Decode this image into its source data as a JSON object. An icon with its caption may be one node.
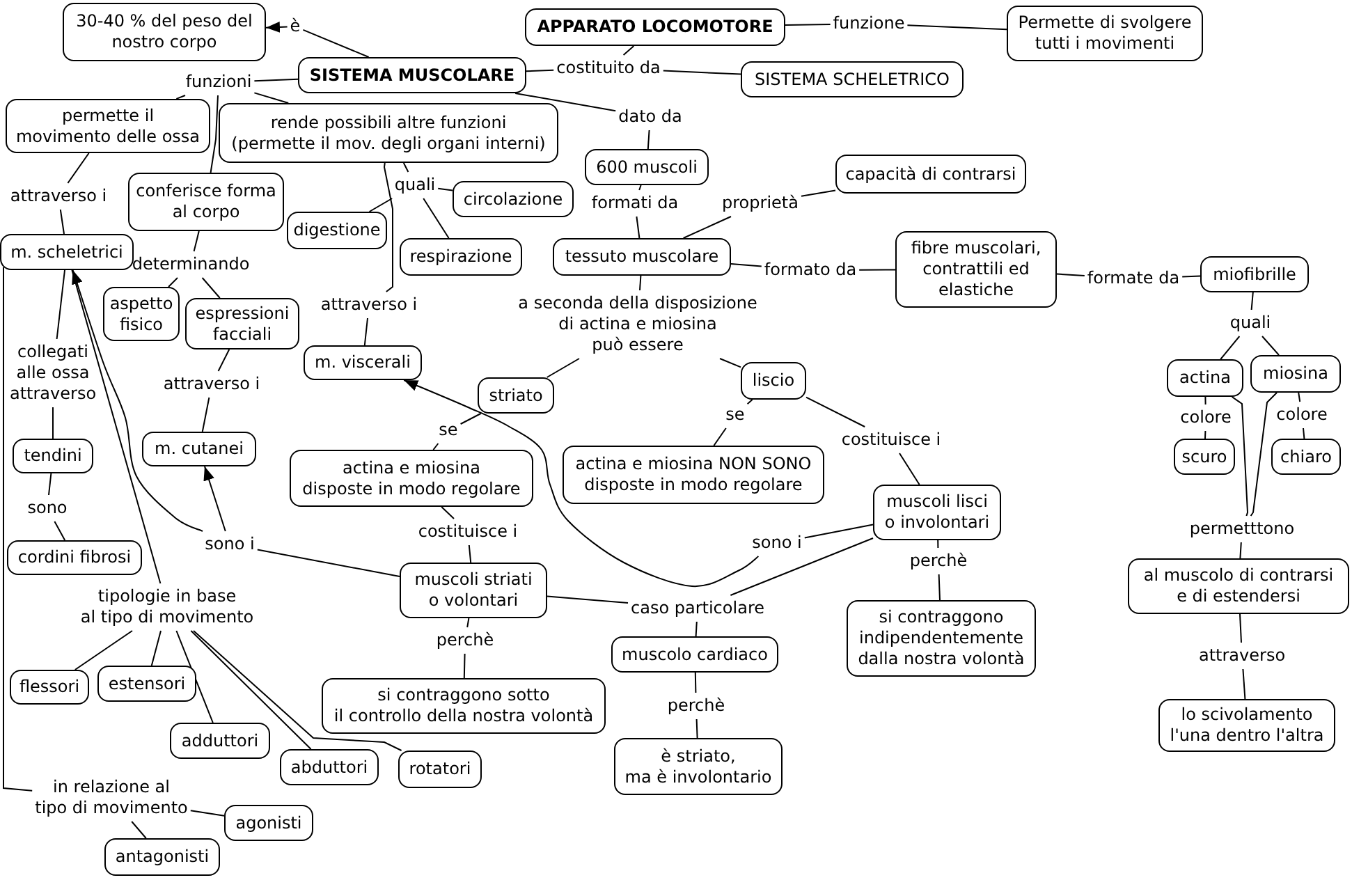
{
  "diagram": {
    "nodes": [
      {
        "text": [
          "30-40 % del peso del nostro corpo"
        ]
      },
      {
        "text": [
          "APPARATO LOCOMOTORE"
        ]
      },
      {
        "text": [
          "funzione"
        ]
      },
      {
        "text": [
          "Permette di svolgere tutti i movimenti"
        ]
      },
      {
        "text": [
          "è"
        ]
      },
      {
        "text": [
          "SISTEMA MUSCOLARE"
        ]
      },
      {
        "text": [
          "costituito da"
        ]
      },
      {
        "text": [
          "SISTEMA SCHELETRICO"
        ]
      },
      {
        "text": [
          "funzioni"
        ]
      },
      {
        "text": [
          "permette il movimento delle ossa"
        ]
      },
      {
        "text": [
          "rende possibili altre funzioni (permette il mov. degli organi interni)"
        ]
      },
      {
        "text": [
          "dato da"
        ]
      },
      {
        "text": [
          "600 muscoli"
        ]
      },
      {
        "text": [
          "capacità di contrarsi"
        ]
      },
      {
        "text": [
          "conferisce forma al corpo"
        ]
      },
      {
        "text": [
          "quali"
        ]
      },
      {
        "text": [
          "circolazione"
        ]
      },
      {
        "text": [
          "attraverso i"
        ]
      },
      {
        "text": [
          "formati da"
        ]
      },
      {
        "text": [
          "proprietà"
        ]
      },
      {
        "text": [
          "digestione"
        ]
      },
      {
        "text": [
          "fibre muscolari, contrattili ed elastiche"
        ]
      },
      {
        "text": [
          "m. scheletrici"
        ]
      },
      {
        "text": [
          "respirazione"
        ]
      },
      {
        "text": [
          "tessuto muscolare"
        ]
      },
      {
        "text": [
          "miofibrille"
        ]
      },
      {
        "text": [
          "determinando"
        ]
      },
      {
        "text": [
          "formato da"
        ]
      },
      {
        "text": [
          "formate da"
        ]
      },
      {
        "text": [
          "aspetto fisico"
        ]
      },
      {
        "text": [
          "espressioni facciali"
        ]
      },
      {
        "text": [
          "attraverso i"
        ]
      },
      {
        "text": [
          "a seconda della disposizione di actina e miosina può essere"
        ]
      },
      {
        "text": [
          "quali"
        ]
      },
      {
        "text": [
          "m. viscerali"
        ]
      },
      {
        "text": [
          "liscio"
        ]
      },
      {
        "text": [
          "actina"
        ]
      },
      {
        "text": [
          "miosina"
        ]
      },
      {
        "text": [
          "collegati alle ossa attraverso"
        ]
      },
      {
        "text": [
          "striato"
        ]
      },
      {
        "text": [
          "attraverso i"
        ]
      },
      {
        "text": [
          "se"
        ]
      },
      {
        "text": [
          "colore"
        ]
      },
      {
        "text": [
          "colore"
        ]
      },
      {
        "text": [
          "se"
        ]
      },
      {
        "text": [
          "m. cutanei"
        ]
      },
      {
        "text": [
          "tendini"
        ]
      },
      {
        "text": [
          "scuro"
        ]
      },
      {
        "text": [
          "chiaro"
        ]
      },
      {
        "text": [
          "costituisce i"
        ]
      },
      {
        "text": [
          "actina e miosina NON SONO disposte in modo regolare"
        ]
      },
      {
        "text": [
          "actina e miosina disposte in modo regolare"
        ]
      },
      {
        "text": [
          "muscoli lisci o involontari"
        ]
      },
      {
        "text": [
          "sono"
        ]
      },
      {
        "text": [
          "permetttono"
        ]
      },
      {
        "text": [
          "costituisce i"
        ]
      },
      {
        "text": [
          "sono i"
        ]
      },
      {
        "text": [
          "sono i"
        ]
      },
      {
        "text": [
          "cordini fibrosi"
        ]
      },
      {
        "text": [
          "al muscolo di contrarsi e di estendersi"
        ]
      },
      {
        "text": [
          "perchè"
        ]
      },
      {
        "text": [
          "muscoli striati o volontari"
        ]
      },
      {
        "text": [
          "tipologie in base al tipo di movimento"
        ]
      },
      {
        "text": [
          "caso particolare"
        ]
      },
      {
        "text": [
          "si contraggono indipendentemente dalla nostra volontà"
        ]
      },
      {
        "text": [
          "muscolo cardiaco"
        ]
      },
      {
        "text": [
          "perchè"
        ]
      },
      {
        "text": [
          "attraverso"
        ]
      },
      {
        "text": [
          "flessori"
        ]
      },
      {
        "text": [
          "estensori"
        ]
      },
      {
        "text": [
          "si contraggono sotto il controllo della nostra volontà"
        ]
      },
      {
        "text": [
          "perchè"
        ]
      },
      {
        "text": [
          "lo scivolamento l'una dentro l'altra"
        ]
      },
      {
        "text": [
          "adduttori"
        ]
      },
      {
        "text": [
          "è striato, ma è involontario"
        ]
      },
      {
        "text": [
          "abduttori"
        ]
      },
      {
        "text": [
          "rotatori"
        ]
      },
      {
        "text": [
          "in relazione al tipo di movimento"
        ]
      },
      {
        "text": [
          "agonisti"
        ]
      },
      {
        "text": [
          "antagonisti"
        ]
      }
    ],
    "edges": [
      {
        "from": 1,
        "to": 2,
        "arrow": "none"
      },
      {
        "from": 2,
        "to": 3,
        "arrow": "none"
      },
      {
        "from": 1,
        "to": 6,
        "arrow": "none"
      },
      {
        "from": 6,
        "to": 5,
        "arrow": "none"
      },
      {
        "from": 6,
        "to": 7,
        "arrow": "none"
      },
      {
        "from": 5,
        "to": 4,
        "arrow": "none"
      },
      {
        "from": 4,
        "to": 0,
        "arrow": "to"
      },
      {
        "from": 5,
        "to": 8,
        "arrow": "none"
      },
      {
        "from": 8,
        "to": 9,
        "arrow": "none"
      },
      {
        "from": 8,
        "to": 10,
        "arrow": "none"
      },
      {
        "from": 8,
        "to": 14,
        "arrow": "none"
      },
      {
        "from": 5,
        "to": 11,
        "arrow": "none"
      },
      {
        "from": 11,
        "to": 12,
        "arrow": "none"
      },
      {
        "from": 9,
        "to": 17,
        "arrow": "none"
      },
      {
        "from": 17,
        "to": 22,
        "arrow": "none"
      },
      {
        "from": 10,
        "to": 15,
        "arrow": "none"
      },
      {
        "from": 15,
        "to": 16,
        "arrow": "none"
      },
      {
        "from": 15,
        "to": 20,
        "arrow": "none"
      },
      {
        "from": 15,
        "to": 23,
        "arrow": "none"
      },
      {
        "from": 10,
        "to": 31,
        "arrow": "none"
      },
      {
        "from": 31,
        "to": 34,
        "arrow": "none"
      },
      {
        "from": 12,
        "to": 18,
        "arrow": "none"
      },
      {
        "from": 18,
        "to": 24,
        "arrow": "none"
      },
      {
        "from": 24,
        "to": 19,
        "arrow": "none"
      },
      {
        "from": 19,
        "to": 13,
        "arrow": "none"
      },
      {
        "from": 14,
        "to": 26,
        "arrow": "none"
      },
      {
        "from": 26,
        "to": 29,
        "arrow": "none"
      },
      {
        "from": 26,
        "to": 30,
        "arrow": "none"
      },
      {
        "from": 30,
        "to": 40,
        "arrow": "none"
      },
      {
        "from": 40,
        "to": 45,
        "arrow": "none"
      },
      {
        "from": 24,
        "to": 27,
        "arrow": "none"
      },
      {
        "from": 27,
        "to": 21,
        "arrow": "none"
      },
      {
        "from": 21,
        "to": 28,
        "arrow": "none"
      },
      {
        "from": 28,
        "to": 25,
        "arrow": "none"
      },
      {
        "from": 25,
        "to": 33,
        "arrow": "none"
      },
      {
        "from": 33,
        "to": 36,
        "arrow": "none"
      },
      {
        "from": 33,
        "to": 37,
        "arrow": "none"
      },
      {
        "from": 36,
        "to": 43,
        "arrow": "none"
      },
      {
        "from": 43,
        "to": 47,
        "arrow": "none"
      },
      {
        "from": 37,
        "to": 42,
        "arrow": "none"
      },
      {
        "from": 42,
        "to": 48,
        "arrow": "none"
      },
      {
        "from": 36,
        "to": 54,
        "arrow": "none"
      },
      {
        "from": 37,
        "to": 54,
        "arrow": "none"
      },
      {
        "from": 54,
        "to": 59,
        "arrow": "none"
      },
      {
        "from": 59,
        "to": 67,
        "arrow": "none"
      },
      {
        "from": 67,
        "to": 72,
        "arrow": "none"
      },
      {
        "from": 24,
        "to": 32,
        "arrow": "none"
      },
      {
        "from": 32,
        "to": 39,
        "arrow": "none"
      },
      {
        "from": 32,
        "to": 35,
        "arrow": "none"
      },
      {
        "from": 39,
        "to": 44,
        "arrow": "none"
      },
      {
        "from": 44,
        "to": 51,
        "arrow": "none"
      },
      {
        "from": 35,
        "to": 41,
        "arrow": "none"
      },
      {
        "from": 41,
        "to": 50,
        "arrow": "none"
      },
      {
        "from": 35,
        "to": 49,
        "arrow": "none"
      },
      {
        "from": 49,
        "to": 52,
        "arrow": "none"
      },
      {
        "from": 51,
        "to": 55,
        "arrow": "none"
      },
      {
        "from": 55,
        "to": 61,
        "arrow": "none"
      },
      {
        "from": 61,
        "to": 66,
        "arrow": "none"
      },
      {
        "from": 66,
        "to": 70,
        "arrow": "none"
      },
      {
        "from": 61,
        "to": 63,
        "arrow": "none"
      },
      {
        "from": 52,
        "to": 63,
        "arrow": "none"
      },
      {
        "from": 63,
        "to": 65,
        "arrow": "none"
      },
      {
        "from": 65,
        "to": 71,
        "arrow": "none"
      },
      {
        "from": 71,
        "to": 74,
        "arrow": "none"
      },
      {
        "from": 52,
        "to": 60,
        "arrow": "none"
      },
      {
        "from": 60,
        "to": 64,
        "arrow": "none"
      },
      {
        "from": 52,
        "to": 56,
        "arrow": "none"
      },
      {
        "from": 56,
        "to": 34,
        "arrow": "to"
      },
      {
        "from": 61,
        "to": 57,
        "arrow": "none"
      },
      {
        "from": 57,
        "to": 45,
        "arrow": "to"
      },
      {
        "from": 57,
        "to": 22,
        "arrow": "to"
      },
      {
        "from": 22,
        "to": 38,
        "arrow": "none"
      },
      {
        "from": 38,
        "to": 46,
        "arrow": "none"
      },
      {
        "from": 46,
        "to": 53,
        "arrow": "none"
      },
      {
        "from": 53,
        "to": 58,
        "arrow": "none"
      },
      {
        "from": 22,
        "to": 62,
        "arrow": "none"
      },
      {
        "from": 62,
        "to": 68,
        "arrow": "none"
      },
      {
        "from": 62,
        "to": 69,
        "arrow": "none"
      },
      {
        "from": 62,
        "to": 73,
        "arrow": "none"
      },
      {
        "from": 62,
        "to": 75,
        "arrow": "none"
      },
      {
        "from": 62,
        "to": 76,
        "arrow": "none"
      },
      {
        "from": 22,
        "to": 77,
        "arrow": "none"
      },
      {
        "from": 77,
        "to": 78,
        "arrow": "none"
      },
      {
        "from": 77,
        "to": 79,
        "arrow": "none"
      }
    ]
  }
}
